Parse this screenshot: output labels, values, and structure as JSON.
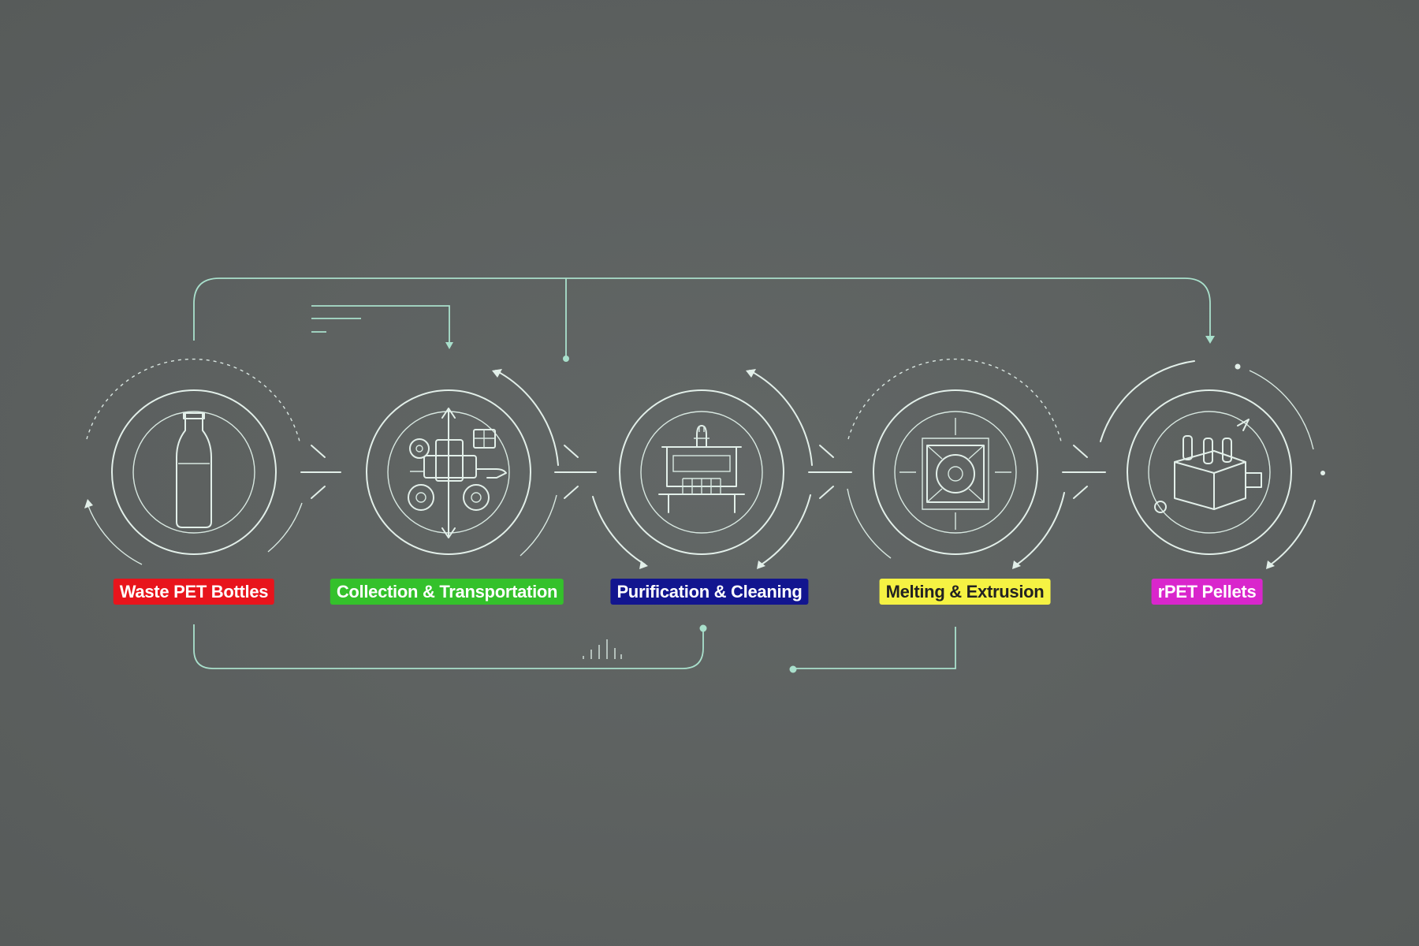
{
  "steps": [
    {
      "label": "Waste PET Bottles",
      "bg": "#e8141c",
      "fg": "#ffffff",
      "icon": "bottle-icon"
    },
    {
      "label": "Collection & Transportation",
      "bg": "#34c12b",
      "fg": "#ffffff",
      "icon": "collection-vehicle-icon"
    },
    {
      "label": "Purification & Cleaning",
      "bg": "#12158f",
      "fg": "#ffffff",
      "icon": "cleaning-facility-icon"
    },
    {
      "label": "Melting & Extrusion",
      "bg": "#f5f243",
      "fg": "#222222",
      "icon": "extruder-icon"
    },
    {
      "label": "rPET Pellets",
      "bg": "#d926cc",
      "fg": "#ffffff",
      "icon": "pellets-icon"
    }
  ],
  "colors": {
    "background": "#5d6261",
    "line": "#e2efe9",
    "connector": "#a9e0cc"
  }
}
